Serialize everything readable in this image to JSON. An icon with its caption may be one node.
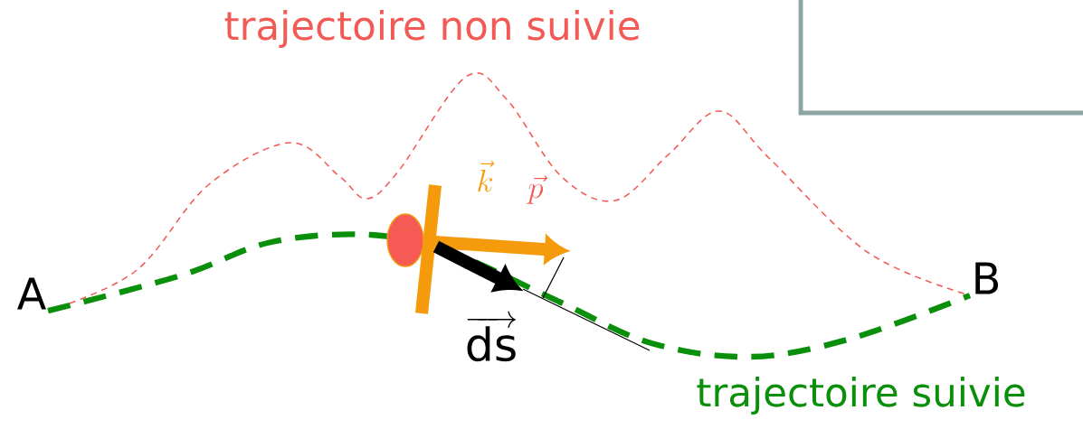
{
  "diagram": {
    "nodes": [
      {
        "text": [
          "A"
        ]
      },
      {
        "text": [
          "B"
        ]
      }
    ],
    "edges": [
      {
        "from": 0,
        "to": 1,
        "arrow": "none",
        "style": "dashed",
        "color": "#f25a55"
      },
      {
        "from": 0,
        "to": 1,
        "arrow": "none",
        "style": "dashed",
        "color": "#0a8f0a"
      }
    ],
    "labels": [
      "trajectoire non suivie",
      "trajectoire suivie",
      "\\vec{k}",
      "\\vec{p}",
      "\\overrightarrow{\\mathrm{ds}}"
    ]
  }
}
